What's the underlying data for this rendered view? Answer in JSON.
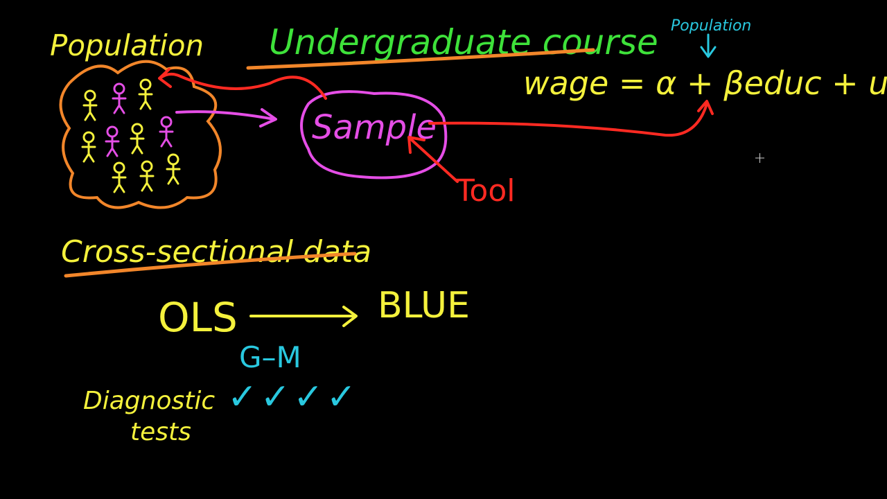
{
  "board": {
    "title": "Undergraduate course",
    "population_label": "Population",
    "sample_label": "Sample",
    "tool_label": "Tool",
    "equation": "wage = α + βeduc + u",
    "population_note": "Population",
    "data_type": "Cross-sectional data",
    "ols": "OLS",
    "blue": "BLUE",
    "gm": "G–M",
    "diagnostic_line1": "Diagnostic",
    "diagnostic_line2": "tests",
    "checks": "✓✓✓✓"
  },
  "colors": {
    "background": "#000000",
    "yellow": "#f4f13c",
    "green": "#3ee23a",
    "orange": "#f2862a",
    "magenta": "#e54ee6",
    "red": "#ff2a22",
    "cyan": "#29c8df"
  },
  "icons": [
    "stick-figure-icon",
    "arrow-icon",
    "check-icon",
    "cursor-icon"
  ]
}
